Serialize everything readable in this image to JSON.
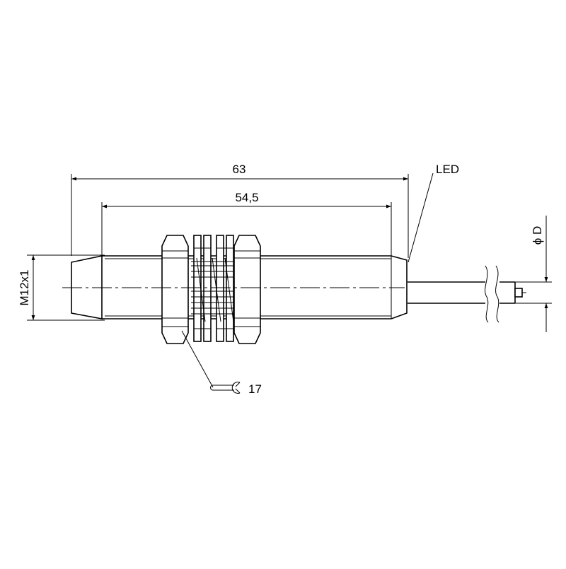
{
  "dimensions": {
    "overall_length": "63",
    "thread_length": "54,5",
    "thread_size": "M12x1",
    "cable_diameter": "ϕ D"
  },
  "labels": {
    "led": "LED",
    "wrench_size": "17"
  },
  "icons": {
    "wrench": "wrench-icon"
  }
}
